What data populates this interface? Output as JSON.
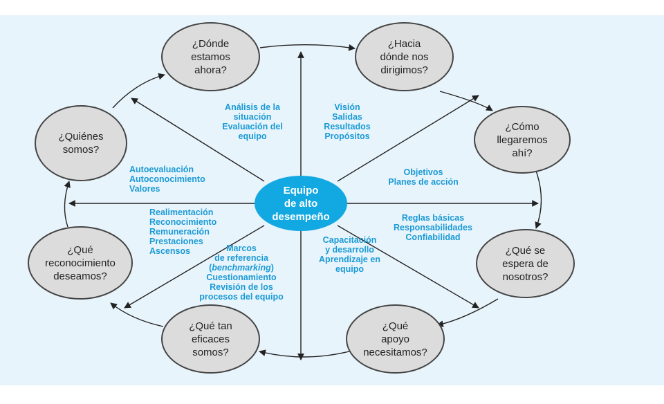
{
  "colors": {
    "panel_bg": "#e8f4fb",
    "node_fill": "#dcdcdc",
    "node_stroke": "#444444",
    "center_fill": "#12a9e2",
    "label_text": "#1a9ad6",
    "arrow": "#222222"
  },
  "center": {
    "text": "Equipo\nde alto\ndesempeño"
  },
  "nodes": {
    "donde_estamos": "¿Dónde\nestamos\nahora?",
    "hacia_donde": "¿Hacia\ndónde nos\ndirigimos?",
    "como_llegaremos": "¿Cómo\nllegaremos\nahí?",
    "que_se_espera": "¿Qué se\nespera de\nnosotros?",
    "que_apoyo": "¿Qué\napoyo\nnecesitamos?",
    "que_tan_eficaces": "¿Qué tan\neficaces\nsomos?",
    "que_reconocimiento": "¿Qué\nreconocimiento\ndeseamos?",
    "quienes_somos": "¿Quiénes\nsomos?"
  },
  "labels": {
    "analisis": "Análisis de la\nsituación\nEvaluación del\nequipo",
    "vision": "Visión\nSalidas\nResultados\nPropósitos",
    "objetivos": "Objetivos\nPlanes de acción",
    "reglas": "Reglas básicas\nResponsabilidades\nConfiabilidad",
    "capacitacion": "Capacitación\ny desarrollo\nAprendizaje en\nequipo",
    "marcos_1": "Marcos\nde referencia",
    "marcos_italic": "benchmarking",
    "marcos_2": "Cuestionamiento\nRevisión de los\nprocesos del equipo",
    "realimentacion": "Realimentación\nReconocimiento\nRemuneración\nPrestaciones\nAscensos",
    "autoevaluacion": "Autoevaluación\nAutoconocimiento\nValores"
  }
}
